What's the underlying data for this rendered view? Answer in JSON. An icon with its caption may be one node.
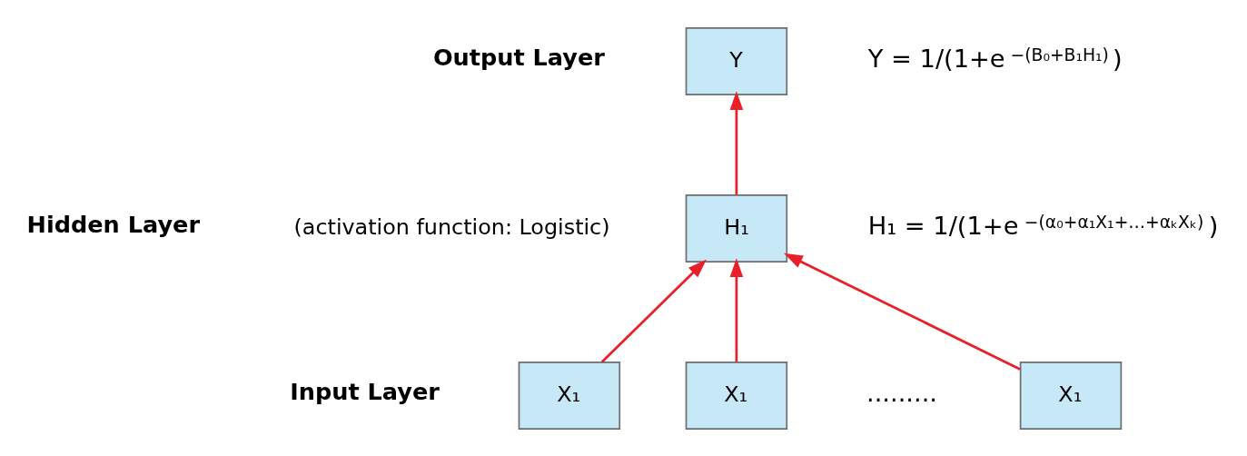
{
  "diagram": {
    "nodes": [
      {
        "text": [
          "Y"
        ]
      },
      {
        "text": [
          "H₁"
        ]
      },
      {
        "text": [
          "X₁"
        ]
      },
      {
        "text": [
          "X₁"
        ]
      },
      {
        "text": [
          "X₁"
        ]
      }
    ],
    "edges": [
      {
        "from": 1,
        "to": 0,
        "arrow": "to",
        "color": "#e8202a"
      },
      {
        "from": 2,
        "to": 1,
        "arrow": "to",
        "color": "#e8202a"
      },
      {
        "from": 3,
        "to": 1,
        "arrow": "to",
        "color": "#e8202a"
      },
      {
        "from": 4,
        "to": 1,
        "arrow": "to",
        "color": "#e8202a"
      }
    ],
    "labels": [
      "Output Layer",
      "Y = 1/(1+e$^{−(B₀+B₁H₁)}$)",
      "Hidden Layer",
      "(activation function: Logistic)",
      "H₁ = 1/(1+e$^{−(α₀+α₁X₁+…+αₖXₖ)}$)",
      "Input Layer",
      "........."
    ]
  }
}
